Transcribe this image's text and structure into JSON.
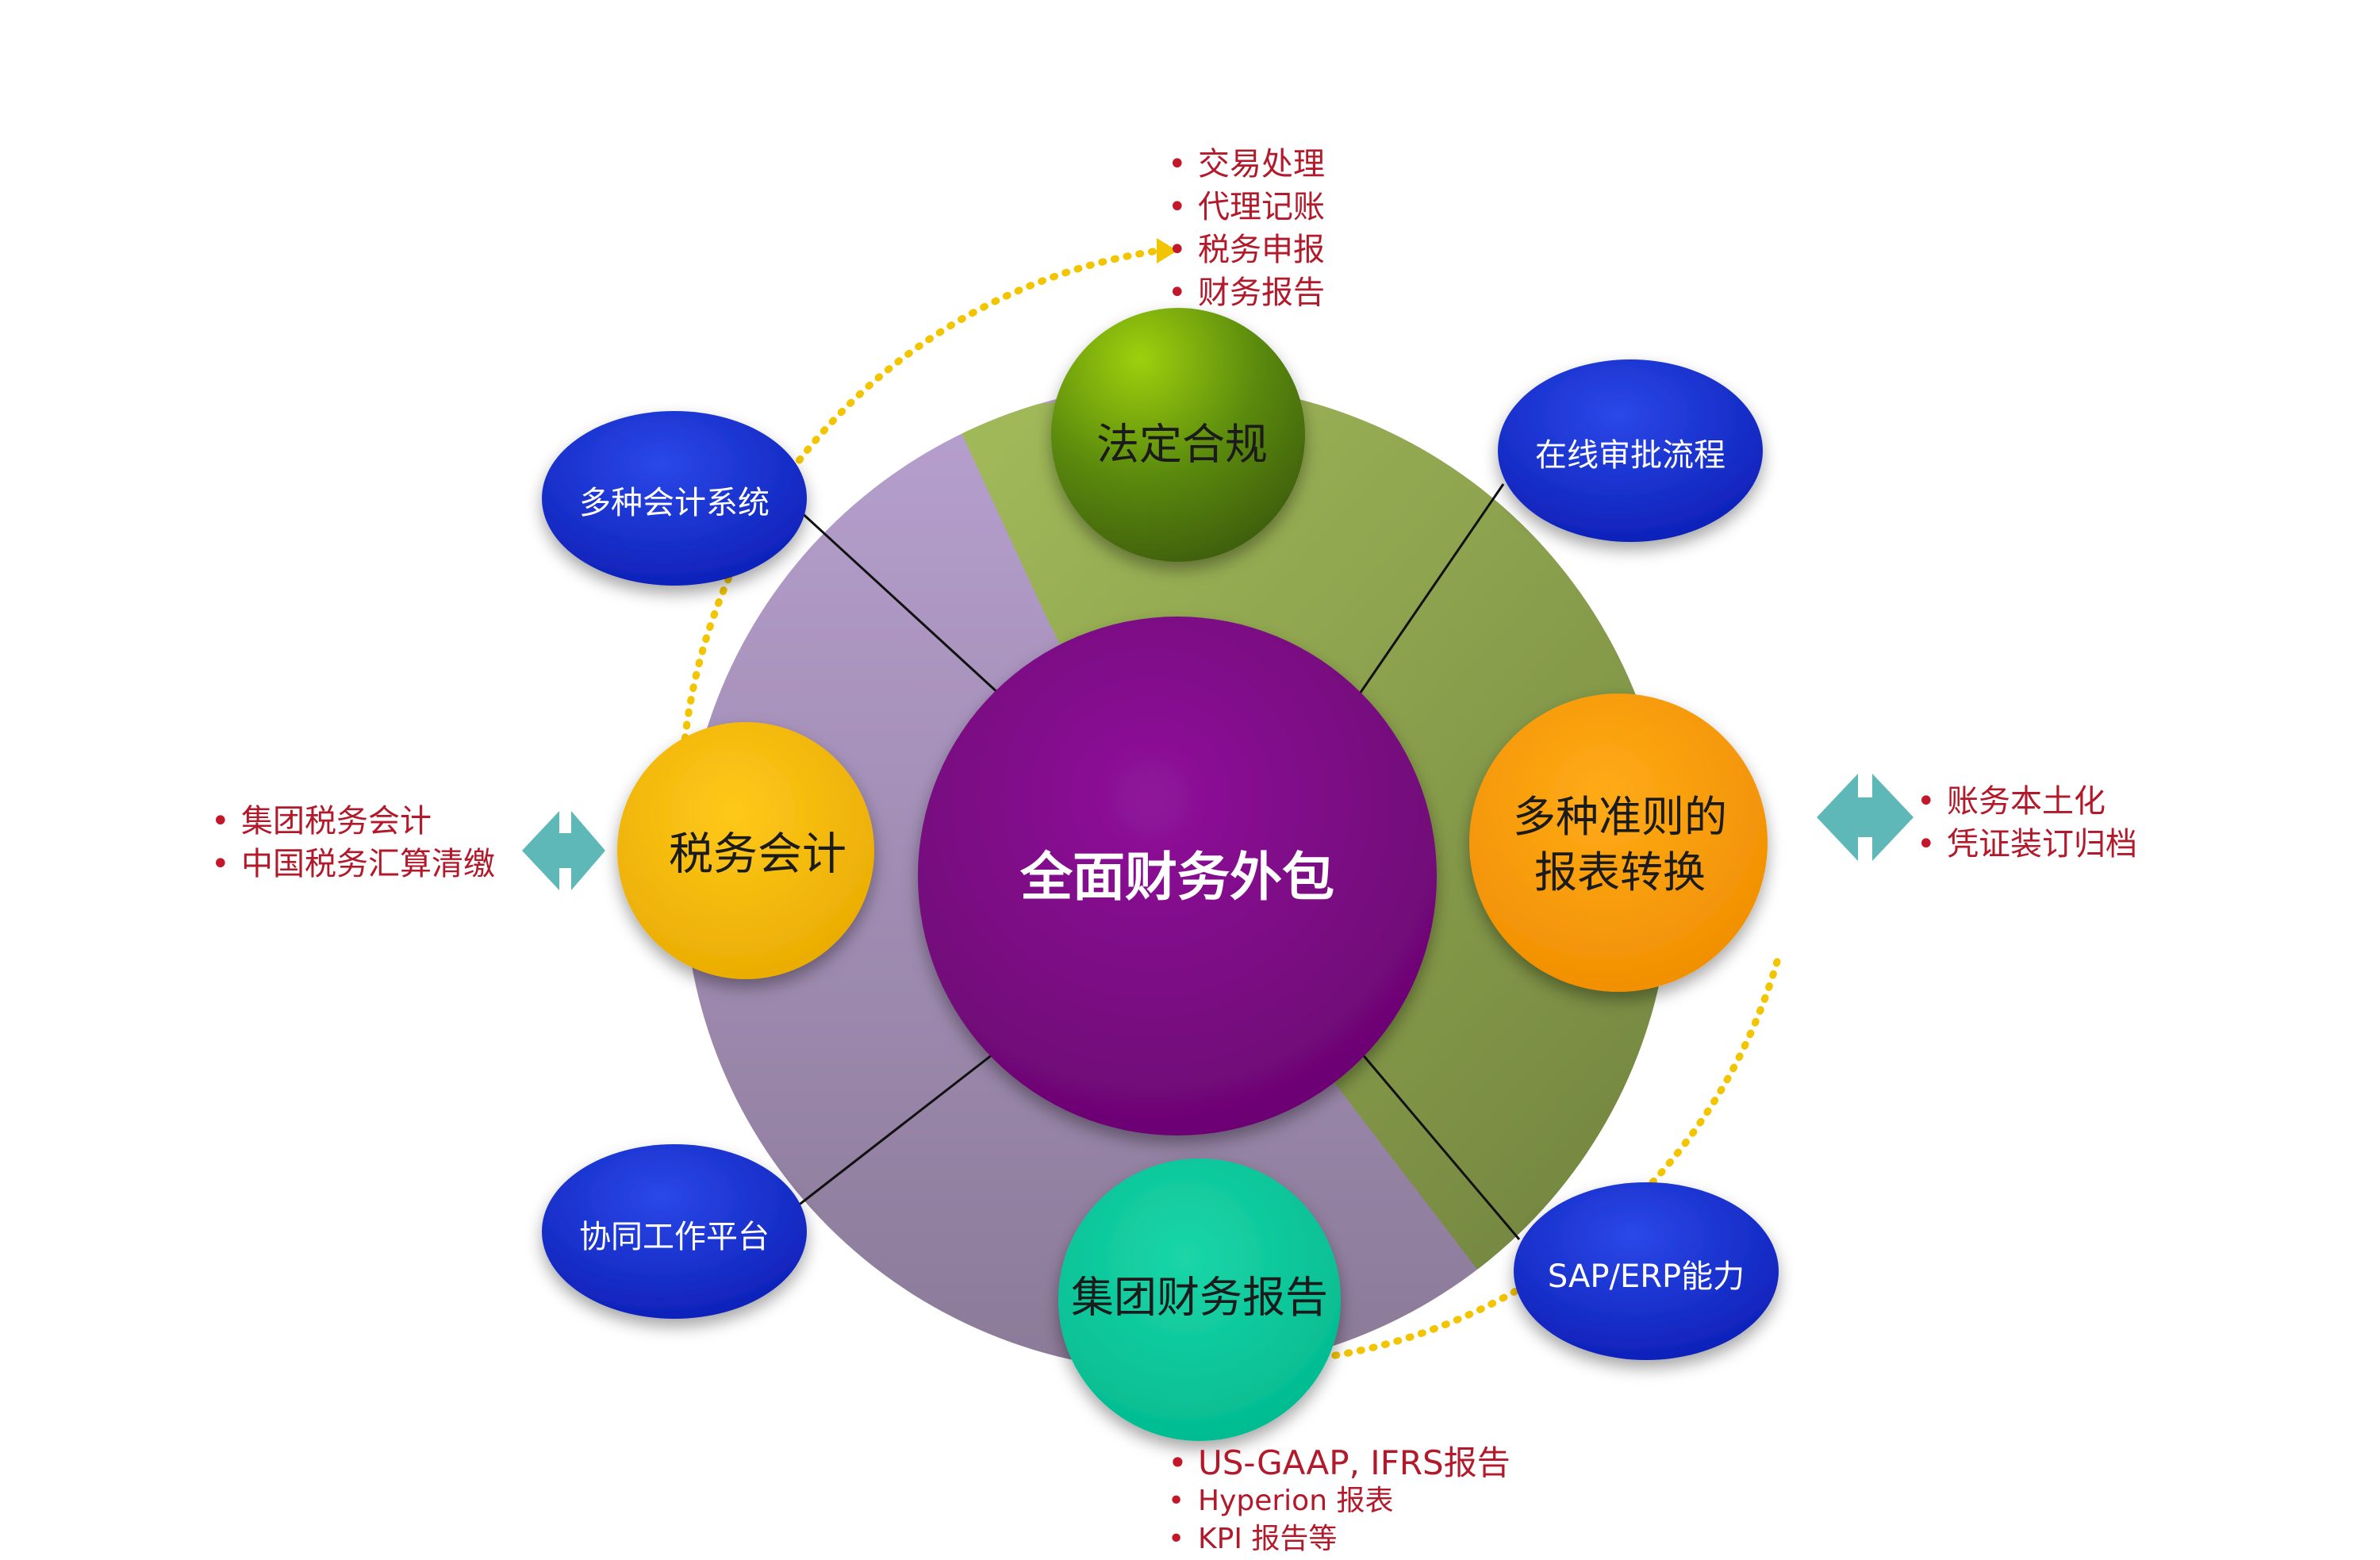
{
  "center": {
    "label": "全面财务外包"
  },
  "core_modules": {
    "statutory": "法定合规",
    "tax": "税务会计",
    "conversion_line1": "多种准则的",
    "conversion_line2": "报表转换",
    "group_reporting": "集团财务报告"
  },
  "capabilities": {
    "online_approval": "在线审批流程",
    "multi_systems": "多种会计系统",
    "collaboration": "协同工作平台",
    "sap_erp": "SAP/ERP能力"
  },
  "details": {
    "statutory": [
      "交易处理",
      "代理记账",
      "税务申报",
      "财务报告"
    ],
    "tax": [
      "集团税务会计",
      "中国税务汇算清缴"
    ],
    "conversion": [
      "账务本土化",
      "凭证装订归档"
    ],
    "group_reporting": [
      "US-GAAP, IFRS报告",
      "Hyperion 报表",
      "KPI 报告等"
    ]
  },
  "colors": {
    "center": "#7e0a82",
    "statutory": "#4f7a10",
    "tax": "#f2b705",
    "conversion": "#f59a0a",
    "group_reporting": "#00c59a",
    "capability": "#1d2fc9",
    "big_circle_purple": "#a993bf",
    "big_circle_green": "#84994a",
    "ring": "#f3c400",
    "connector": "#55b5b5",
    "bullet_text": "#b21a2b"
  },
  "icons": {
    "bullet": "bullet-dot",
    "double_arrow": "double-arrow-icon",
    "cycle_arrow": "arrowhead-icon"
  }
}
